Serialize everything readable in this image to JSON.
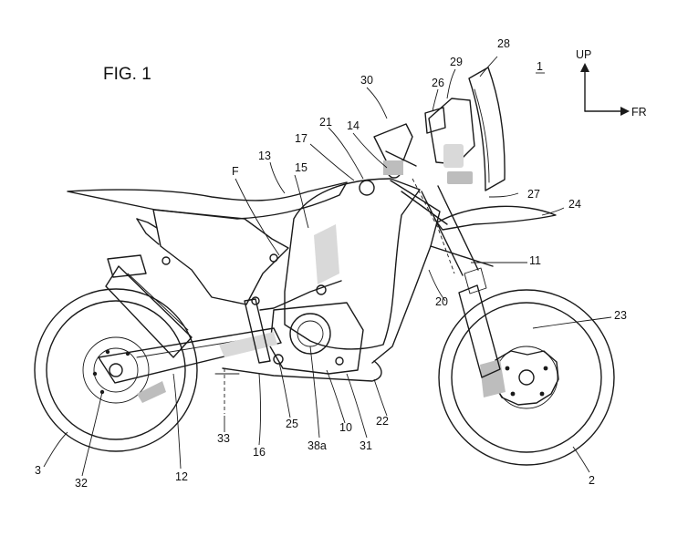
{
  "figure": {
    "title": "FIG. 1",
    "overall_ref": "1",
    "axis": {
      "up": "UP",
      "forward": "FR"
    }
  },
  "references": [
    {
      "id": "r28",
      "label": "28"
    },
    {
      "id": "r29",
      "label": "29"
    },
    {
      "id": "r30",
      "label": "30"
    },
    {
      "id": "r26",
      "label": "26"
    },
    {
      "id": "r21",
      "label": "21"
    },
    {
      "id": "r14",
      "label": "14"
    },
    {
      "id": "r17",
      "label": "17"
    },
    {
      "id": "r13",
      "label": "13"
    },
    {
      "id": "r15",
      "label": "15"
    },
    {
      "id": "rF",
      "label": "F"
    },
    {
      "id": "r27",
      "label": "27"
    },
    {
      "id": "r24",
      "label": "24"
    },
    {
      "id": "r11",
      "label": "11"
    },
    {
      "id": "r20",
      "label": "20"
    },
    {
      "id": "r23",
      "label": "23"
    },
    {
      "id": "r22",
      "label": "22"
    },
    {
      "id": "r31",
      "label": "31"
    },
    {
      "id": "r10",
      "label": "10"
    },
    {
      "id": "r38a",
      "label": "38a"
    },
    {
      "id": "r25",
      "label": "25"
    },
    {
      "id": "r16",
      "label": "16"
    },
    {
      "id": "r33",
      "label": "33"
    },
    {
      "id": "r12",
      "label": "12"
    },
    {
      "id": "r32",
      "label": "32"
    },
    {
      "id": "r3",
      "label": "3"
    },
    {
      "id": "r2",
      "label": "2"
    }
  ]
}
